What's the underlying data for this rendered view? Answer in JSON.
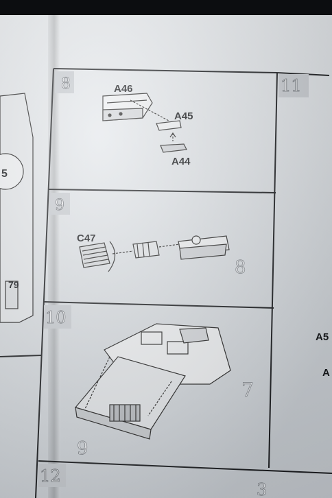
{
  "steps": {
    "s8": "8",
    "s9": "9",
    "s10": "10",
    "s11": "11",
    "s12": "12"
  },
  "parts": {
    "a46": "A46",
    "a45": "A45",
    "a44": "A44",
    "c47": "C47"
  },
  "left_panel": {
    "part_5": "5",
    "part_79": "79"
  },
  "right_panel": {
    "label_a5": "A5",
    "label_a": "A"
  },
  "side_numbers": {
    "n8": "8",
    "n7": "7",
    "n9": "9",
    "n3": "3"
  }
}
